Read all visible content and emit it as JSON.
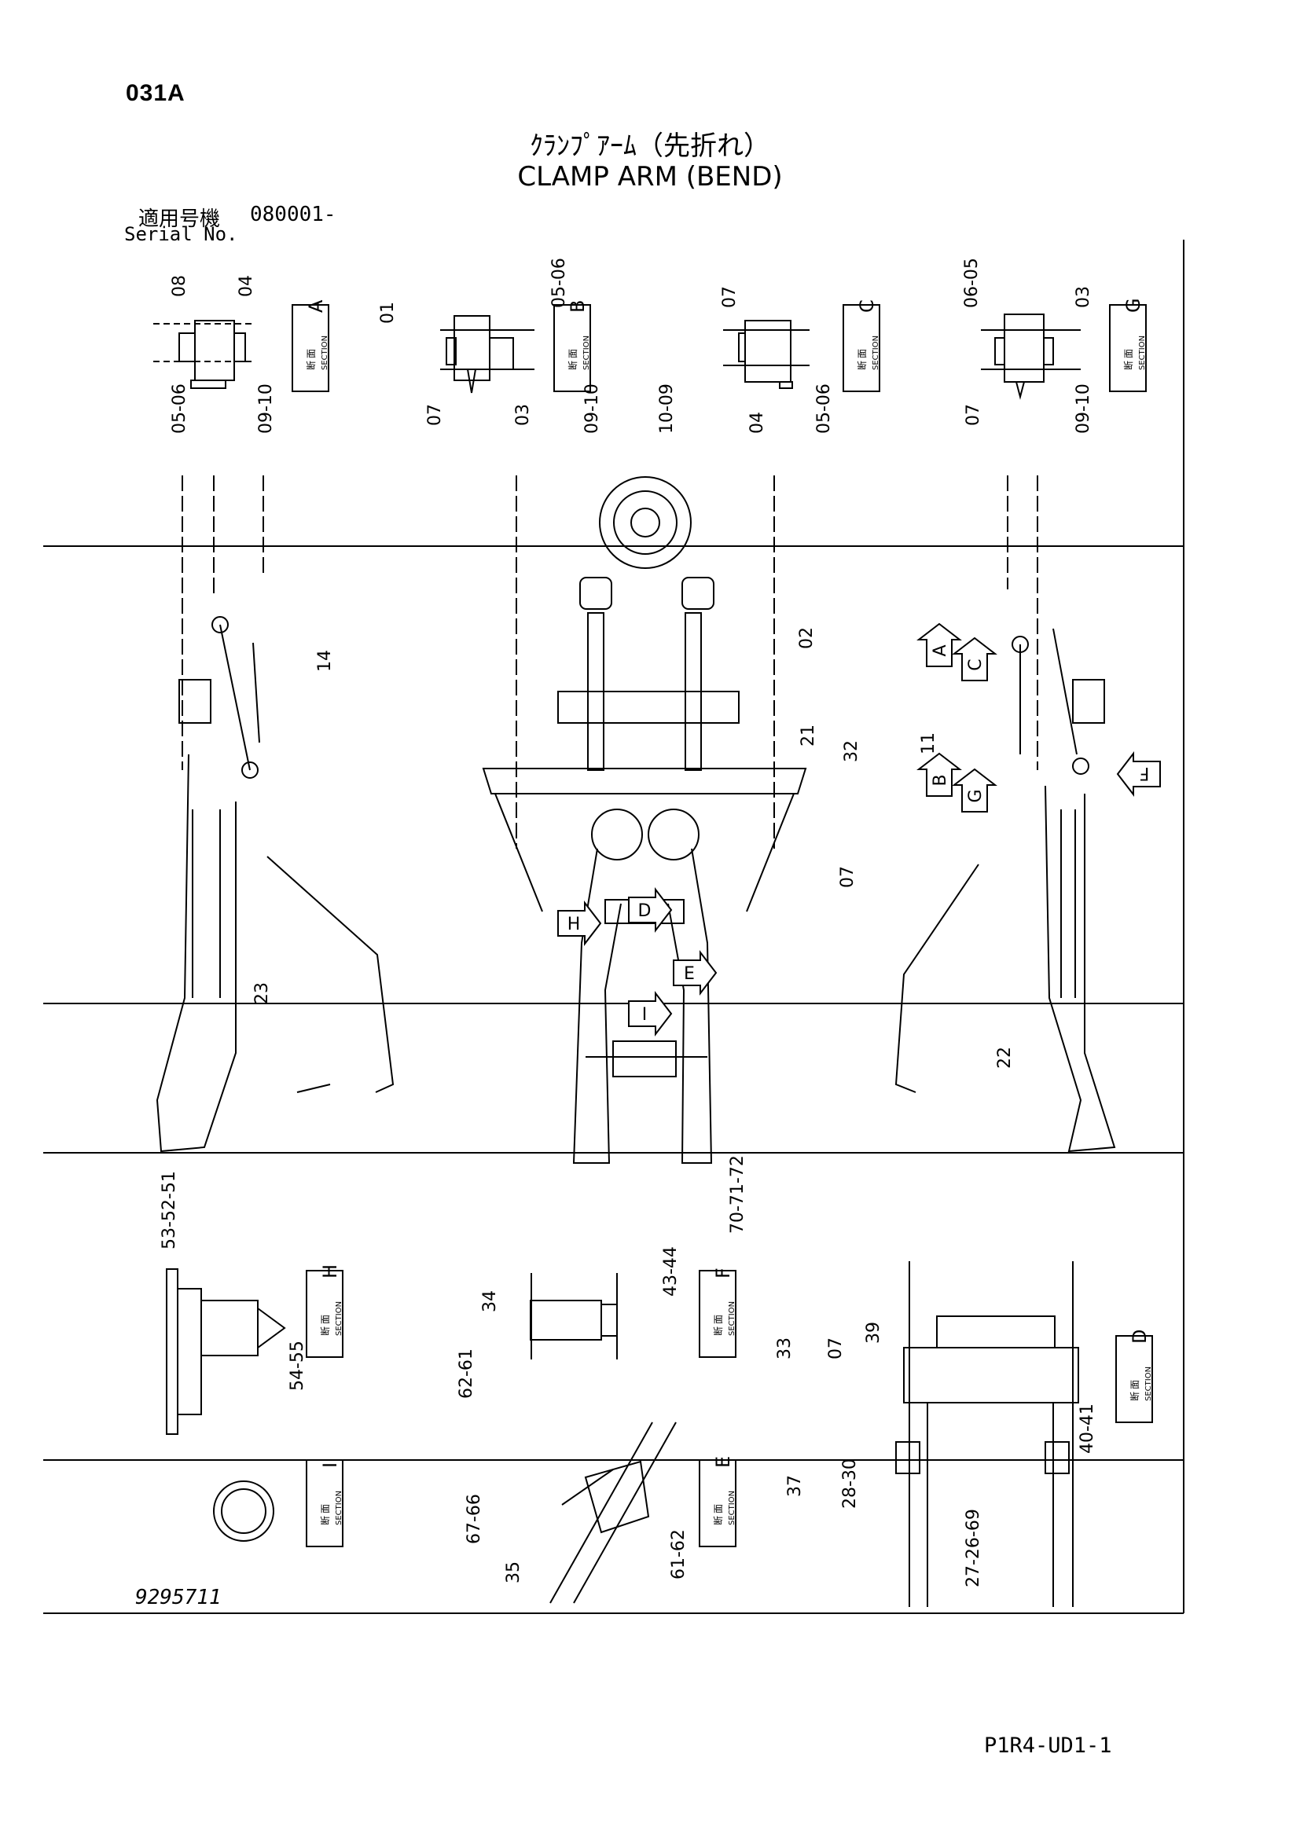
{
  "page_code": "031A",
  "title_jp": "ｸﾗﾝﾌﾟｱｰﾑ（先折れ）",
  "title_en": "CLAMP ARM (BEND)",
  "serial": {
    "label_jp": "適用号機",
    "label_en": "Serial No.",
    "value": "080001-"
  },
  "drawing_number": "9295711",
  "sheet_code": "P1R4-UD1-1",
  "section_box": {
    "kanji_1": "断",
    "kanji_2": "面",
    "word": "SECTION"
  },
  "sections": [
    {
      "letter": "A"
    },
    {
      "letter": "B"
    },
    {
      "letter": "C"
    },
    {
      "letter": "G"
    },
    {
      "letter": "H"
    },
    {
      "letter": "F"
    },
    {
      "letter": "D"
    },
    {
      "letter": "I"
    },
    {
      "letter": "E"
    }
  ],
  "view_markers": [
    {
      "letter": "A"
    },
    {
      "letter": "C"
    },
    {
      "letter": "B"
    },
    {
      "letter": "G"
    },
    {
      "letter": "F"
    },
    {
      "letter": "H"
    },
    {
      "letter": "D"
    },
    {
      "letter": "E"
    },
    {
      "letter": "I"
    }
  ],
  "part_labels": [
    "08",
    "04",
    "05-06",
    "09-10",
    "05-06",
    "01",
    "07",
    "03",
    "09-10",
    "07",
    "10-09",
    "04",
    "05-06",
    "06-05",
    "03",
    "07",
    "09-10",
    "14",
    "02",
    "21",
    "32",
    "07",
    "11",
    "23",
    "22",
    "70-71-72",
    "53-52-51",
    "54-55",
    "43-44",
    "34",
    "62-61",
    "33",
    "07",
    "39",
    "37",
    "28-30",
    "40-41",
    "27-26-69",
    "67-66",
    "35",
    "61-62"
  ]
}
